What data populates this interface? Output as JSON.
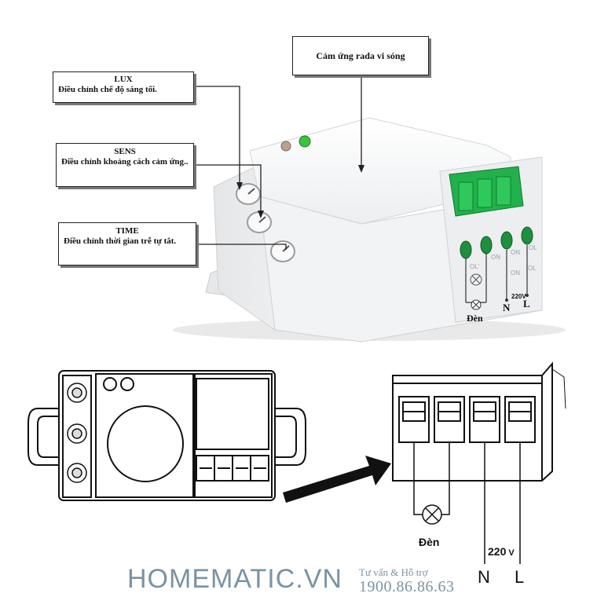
{
  "callouts": {
    "lux": {
      "title": "LUX",
      "desc": "Điều chỉnh chế độ sáng tối."
    },
    "sens": {
      "title": "SENS",
      "desc": "Điều chỉnh khoảng cách cảm ứng.."
    },
    "time": {
      "title": "TIME",
      "desc": "Điều chỉnh thời gian trễ tự tắt."
    },
    "radar": {
      "text": "Cảm ứng rada vi sóng"
    }
  },
  "photo_labels": {
    "lamp": "Đèn",
    "voltage": "220V",
    "neutral": "N",
    "line": "L"
  },
  "diagram_labels": {
    "lamp": "Đèn",
    "voltage": "220",
    "voltage_unit": "V",
    "neutral": "N",
    "line": "L"
  },
  "branding": {
    "logo": "HOMEMATIC.VN",
    "support_label": "Tư vấn & Hỗ trợ",
    "hotline": "1900.86.86.63"
  },
  "colors": {
    "terminal_green": "#22b14c",
    "brand_gray": "#7a93a3",
    "led_green": "#3cc23c"
  }
}
